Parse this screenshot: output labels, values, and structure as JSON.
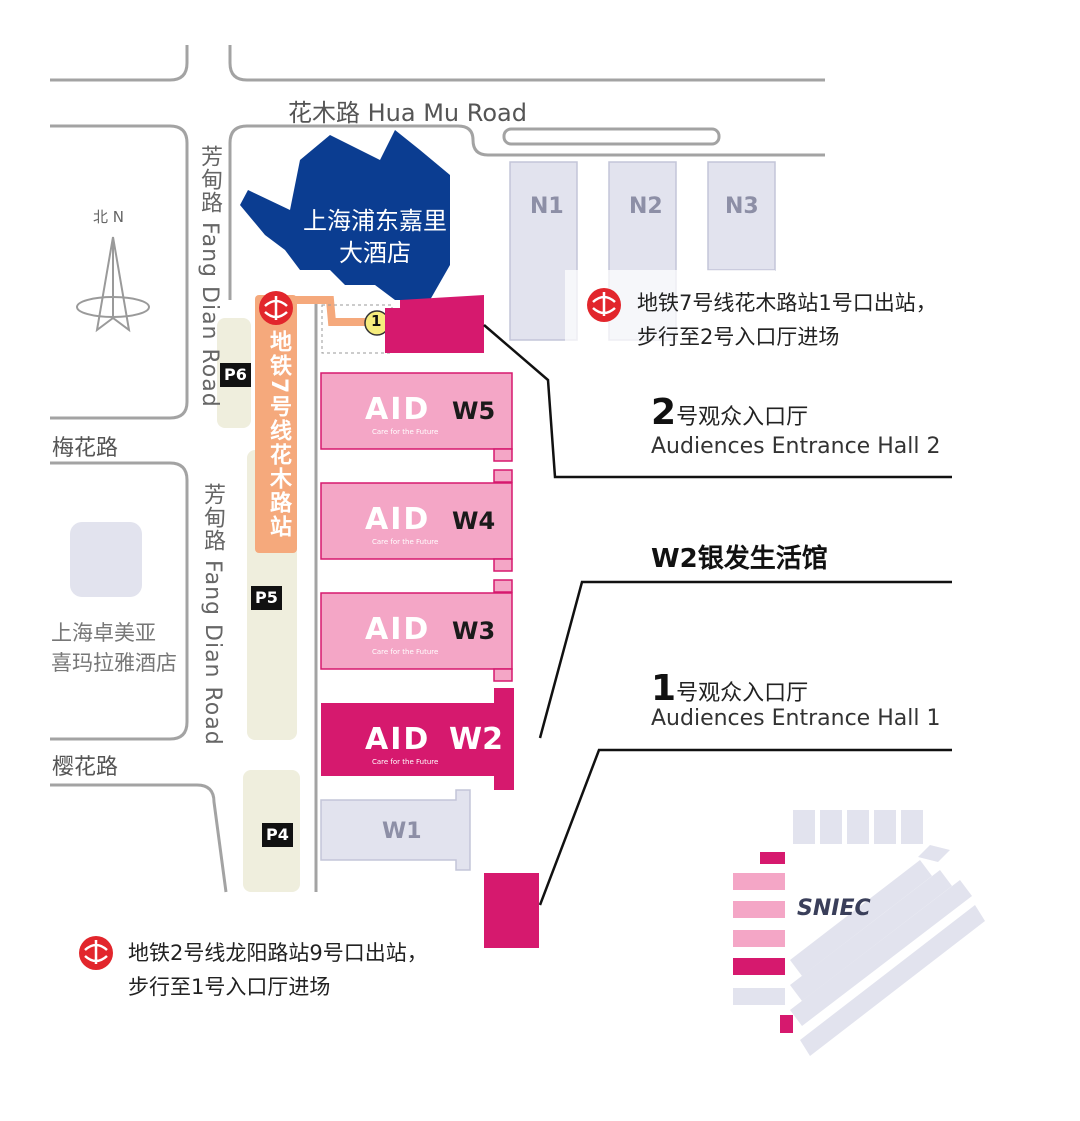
{
  "roads": {
    "huamu": "花木路 Hua Mu Road",
    "fangdian_upper": "芳甸路 Fang Dian Road",
    "fangdian_lower": "芳甸路 Fang Dian Road",
    "meihua": "梅花路",
    "yinghua": "樱花路"
  },
  "landmarks": {
    "hotel": "上海浦东嘉里\n大酒店",
    "hotel_line1": "上海浦东嘉里",
    "hotel_line2": "大酒店",
    "zhuomeiya_line1": "上海卓美亚",
    "zhuomeiya_line2": "喜玛拉雅酒店",
    "north": "北 N",
    "metro_station_vertical": "地铁7号线花木路站",
    "exit_marker": "1"
  },
  "halls": {
    "north": [
      "N1",
      "N2",
      "N3"
    ],
    "west": [
      {
        "id": "W5",
        "highlight": false
      },
      {
        "id": "W4",
        "highlight": false
      },
      {
        "id": "W3",
        "highlight": false
      },
      {
        "id": "W2",
        "highlight": true
      },
      {
        "id": "W1",
        "highlight": false
      }
    ],
    "logo_text": "AID",
    "logo_sub": "Care for the Future"
  },
  "parking": [
    "P6",
    "P5",
    "P4"
  ],
  "callouts": {
    "entrance2_num": "2",
    "entrance2_cn": "号观众入口厅",
    "entrance2_en": "Audiences Entrance Hall 2",
    "w2_title": "W2银发生活馆",
    "entrance1_num": "1",
    "entrance1_cn": "号观众入口厅",
    "entrance1_en": "Audiences Entrance Hall 1",
    "metro7_line1": "地铁7号线花木路站1号口出站，",
    "metro7_line2": "步行至2号入口厅进场",
    "metro2_line1": "地铁2号线龙阳路站9号口出站，",
    "metro2_line2": "步行至1号入口厅进场"
  },
  "mini_map": {
    "label": "SNIEC"
  },
  "colors": {
    "magenta": "#d6196e",
    "pink": "#f4a6c6",
    "metro_orange": "#f5a97c",
    "hotel_blue": "#0b3d91",
    "hall_gray": "#e2e3ee",
    "park_beige": "#efeedd",
    "road_gray": "#9a9a9a",
    "metro_red": "#e2262c"
  },
  "icons": [
    "metro-logo-icon",
    "north-arrow-icon"
  ]
}
